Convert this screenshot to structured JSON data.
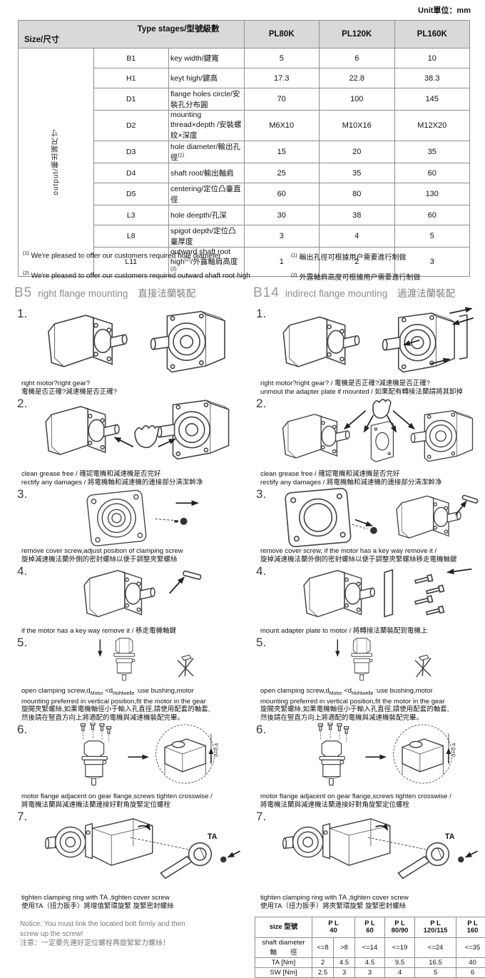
{
  "unit_label": "Unit單位：mm",
  "spec_table": {
    "corner_top": "Type stages/型號級數",
    "corner_bottom": "Size/尺寸",
    "columns": [
      "PL80K",
      "PL120K",
      "PL160K"
    ],
    "row_group_label": "output/輸出端尺寸",
    "rows": [
      {
        "code": "B1",
        "desc": "key width/鍵寬",
        "values": [
          "5",
          "6",
          "10"
        ]
      },
      {
        "code": "H1",
        "desc": "keyt high/鍵高",
        "values": [
          "17.3",
          "22.8",
          "38.3"
        ]
      },
      {
        "code": "D1",
        "desc": "flange holes circle/安裝孔分布圓",
        "values": [
          "70",
          "100",
          "145"
        ]
      },
      {
        "code": "D2",
        "desc": "mounting thread×depth /安裝螺紋×深度",
        "values": [
          "M6X10",
          "M10X16",
          "M12X20"
        ]
      },
      {
        "code": "D3",
        "desc": "hole diameter/輸出孔徑",
        "sup": "(1)",
        "values": [
          "15",
          "20",
          "35"
        ]
      },
      {
        "code": "D4",
        "desc": "shaft root/輸出軸肩",
        "values": [
          "25",
          "35",
          "60"
        ]
      },
      {
        "code": "D5",
        "desc": "centering/定位凸臺直徑",
        "values": [
          "60",
          "80",
          "130"
        ]
      },
      {
        "code": "L3",
        "desc": "hole deepth/孔深",
        "values": [
          "30",
          "38",
          "60"
        ]
      },
      {
        "code": "L8",
        "desc": "spigot depth/定位凸臺厚度",
        "values": [
          "3",
          "4",
          "5"
        ]
      },
      {
        "code": "L11",
        "desc": "outward shaft root high",
        "sup": "(2)",
        "desc2": "/外露軸肩高度",
        "sup2": "(2)",
        "values": [
          "1",
          "2",
          "3"
        ]
      }
    ]
  },
  "footnotes": {
    "en": [
      {
        "sup": "(1)",
        "text": "We're pleased to offer our customers required hole diameter"
      },
      {
        "sup": "(2)",
        "text": "We're pleased to offer our customers required outward shaft root high"
      }
    ],
    "zh": [
      {
        "sup": "(1)",
        "text": "輸出孔徑可根據用户需要進行制做"
      },
      {
        "sup": "(2)",
        "text": "外露軸肩高度可根據用户需要進行制做"
      }
    ]
  },
  "sections": {
    "b5": {
      "code": "B5",
      "title_en": "right flange mounting",
      "title_zh": "直接法蘭裝配"
    },
    "b14": {
      "code": "B14",
      "title_en": "indirect flange mounting",
      "title_zh": "過渡法蘭裝配"
    }
  },
  "b5_steps": [
    {
      "num": "1.",
      "illustration": "motor-and-gearbox",
      "caption": [
        "right motor?right gear?",
        "電機是否正確?減速機是否正確?"
      ]
    },
    {
      "num": "2.",
      "illustration": "cleaning-motor-and-gearbox",
      "caption": [
        "clean grease free / 確認電機和減速機是否完好",
        "rectify any damages / 將電機軸和減速機的連接部分清潔幹净"
      ]
    },
    {
      "num": "3.",
      "illustration": "flange-cover-screw-removal",
      "caption": [
        "remove cover screw,adjust position of clamping screw",
        "旋掉減速機法蘭外側的密封螺絲以便于調整夾緊螺絲"
      ]
    },
    {
      "num": "4.",
      "illustration": "motor-key-removal",
      "caption": [
        "if the motor has a key way remove it / 移走電機軸鍵"
      ]
    },
    {
      "num": "5.",
      "illustration": "vertical-mounting-no-hammer",
      "caption_parts": {
        "p1": "open clamping screw,d",
        "s1": "Motor",
        "p2": " <d",
        "s2": "Hohlwelle",
        "p3": " :use bushing,motor"
      },
      "caption": [
        "mounting preferred in vertical position,fit the motor in the gear",
        "旋開夾緊螺絲,如果電機軸徑小于輸入孔直徑,請使用配套的軸套,",
        "然後請在竪直方向上將適配的電機與减速機裝配完畢。"
      ]
    },
    {
      "num": "6.",
      "illustration": "flange-screws-crosswise-detail",
      "dim_label": "0+0.4",
      "caption": [
        "motor flange adjacent on gear flange,screws tighten crosswise /",
        "將電機法蘭與減速機法蘭連接好對角旋緊定位螺栓"
      ]
    },
    {
      "num": "7.",
      "illustration": "torque-wrench-tightening",
      "ta_label": "TA",
      "caption": [
        "tighten clamping ring with TA ,tighten cover screw",
        "使用TA（扭力扳手）將增值緊環旋緊 旋緊密封螺絲"
      ]
    }
  ],
  "b5_notice": {
    "line1": "Notice: You must link the located bolt firmly and then",
    "line2": "screw up the screw!",
    "line3": "注意：一定要先連好定位螺栓再旋緊緊力螺絲！"
  },
  "b14_steps": [
    {
      "num": "1.",
      "illustration": "motor-and-gearbox-with-adapter",
      "caption": [
        "right motor?right gear? / 電機是否正確?減速機是否正確?",
        "unmout the adapter plate if mounted  / 如果配有轉接法蘭請將其卸掉"
      ]
    },
    {
      "num": "2.",
      "illustration": "cleaning-motor-adapter-gearbox",
      "caption": [
        "clean grease free / 確認電機和減速機是否完好",
        "rectify any damages / 將電機軸和減速機的連接部分清潔幹净"
      ]
    },
    {
      "num": "3.",
      "illustration": "adapter-cover-screw-key-removal",
      "caption": [
        "remove cover screw, if the motor has a key way remove it /",
        "旋掉減速機法蘭外側的密封螺絲以便于調整夾緊螺絲移走電機軸鍵"
      ]
    },
    {
      "num": "4.",
      "illustration": "mount-adapter-plate",
      "caption": [
        "mount adapter plate to motor / 將轉接法蘭裝配到電機上"
      ]
    },
    {
      "num": "5.",
      "illustration": "vertical-mounting-no-hammer",
      "caption_parts": {
        "p1": "open clamping screw,d",
        "s1": "Motor",
        "p2": " <d",
        "s2": "Hohlwelle",
        "p3": " :use bushing,motor"
      },
      "caption": [
        "mounting preferred in vertical position,fit the motor in the gear",
        "旋開夾緊螺絲,如果電機軸徑小于輸入孔直徑,請使用配套的軸套,",
        "然後請在竪直方向上將適配的電機與减速機裝配完畢。"
      ]
    },
    {
      "num": "6.",
      "illustration": "flange-screws-crosswise-detail",
      "dim_label": "0+0.4",
      "caption": [
        "motor flange adjacent on gear flange,screws tighten crosswise /",
        "將電機法蘭與減速機法蘭連接好對角旋緊定位螺栓"
      ]
    },
    {
      "num": "7.",
      "illustration": "torque-wrench-tightening",
      "ta_label": "TA",
      "caption": [
        "tighten clamping ring with TA ,tighten cover screw",
        "使用TA（扭力扳手）將夾緊環旋緊 旋緊密封螺絲"
      ]
    }
  ],
  "torque_table": {
    "header_label": "size 型號",
    "col_groups": [
      {
        "name": "P L",
        "size": "40"
      },
      {
        "name": "P L",
        "size": "60"
      },
      {
        "name": "P L",
        "size": "80/90"
      },
      {
        "name": "P L",
        "size": "120/115"
      },
      {
        "name": "P L",
        "size": "160"
      }
    ],
    "shaft_label_en": "shaft diameter",
    "shaft_label_zh": "軸　　徑",
    "shaft_values": [
      "<=8",
      ">8",
      "<=14",
      "<=19",
      "<=24",
      "<=35"
    ],
    "ta_label": "TA  [Nm]",
    "ta_values": [
      "2",
      "4.5",
      "4.5",
      "9.5",
      "16.5",
      "40"
    ],
    "sw_label": "SW  [Nm]",
    "sw_values": [
      "2.5",
      "3",
      "3",
      "4",
      "5",
      "6"
    ]
  }
}
